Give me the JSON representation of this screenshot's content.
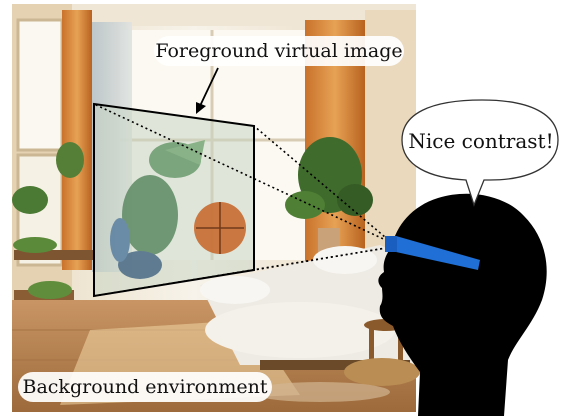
{
  "labels": {
    "foreground": "Foreground virtual image",
    "background": "Background environment",
    "speech": "Nice contrast!"
  },
  "colors": {
    "glasses": "#1f6fd6",
    "head": "#000000",
    "window_light": "#f4efe2",
    "curtain": "#d9893a",
    "floor": "#b07a47",
    "bed": "#f2f0ec"
  }
}
